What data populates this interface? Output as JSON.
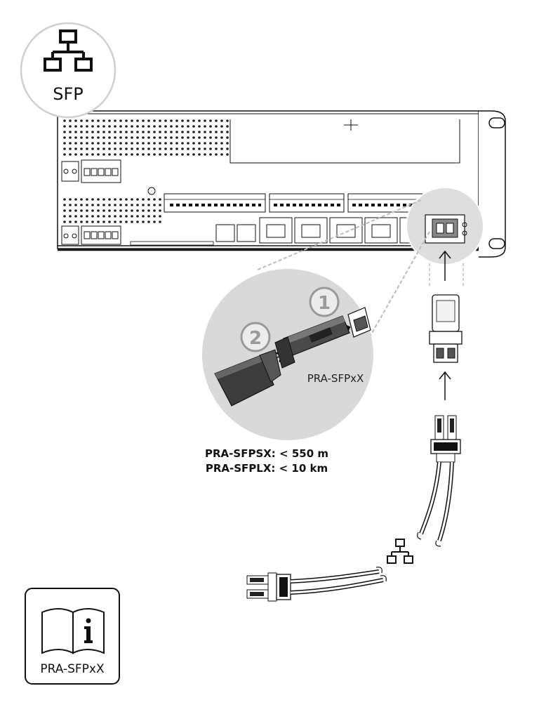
{
  "badge": {
    "label": "SFP",
    "icon": "network-icon"
  },
  "module": {
    "label": "PRA-SFPxX",
    "step1": "1",
    "step2": "2"
  },
  "specs": [
    {
      "text": "PRA-SFPSX: < 550 m"
    },
    {
      "text": "PRA-SFPLX: < 10 km"
    }
  ],
  "manual": {
    "label": "PRA-SFPxX",
    "icon": "manual-info-icon"
  },
  "colors": {
    "line": "#111111",
    "circle_fill": "#d9d9d9",
    "dashed": "#bbbbbb"
  }
}
